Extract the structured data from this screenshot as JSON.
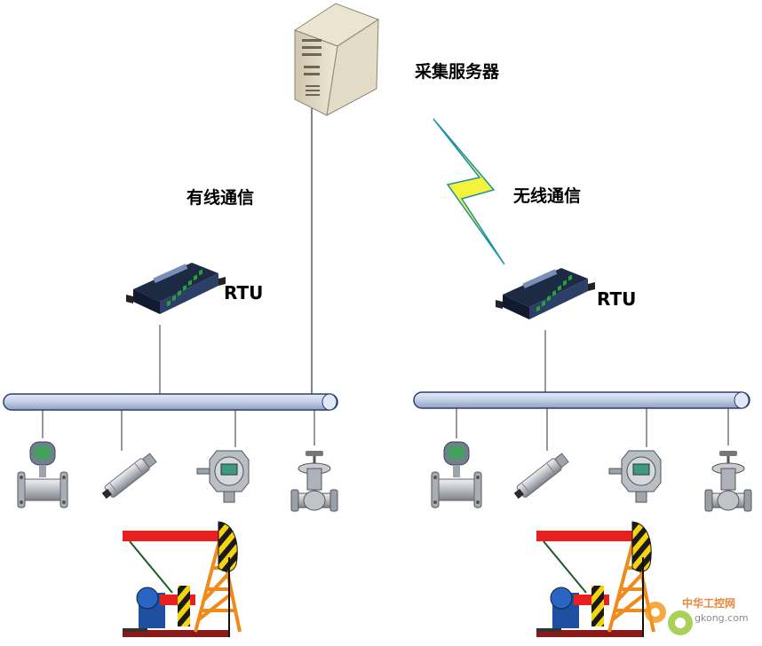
{
  "labels": {
    "server": "采集服务器",
    "wired": "有线通信",
    "wireless": "无线通信",
    "rtu_left": "RTU",
    "rtu_right": "RTU"
  },
  "watermark": {
    "cn": "中华工控网",
    "url": "gkong.com"
  },
  "colors": {
    "bus_fill": "#c9d3ea",
    "bus_stroke": "#2b3f6e",
    "lightning_fill": "#f3f33a",
    "lightning_stroke": "#1f8fa8",
    "pumpjack_beam": "#e8211e",
    "pumpjack_derrick": "#f08a1c"
  }
}
